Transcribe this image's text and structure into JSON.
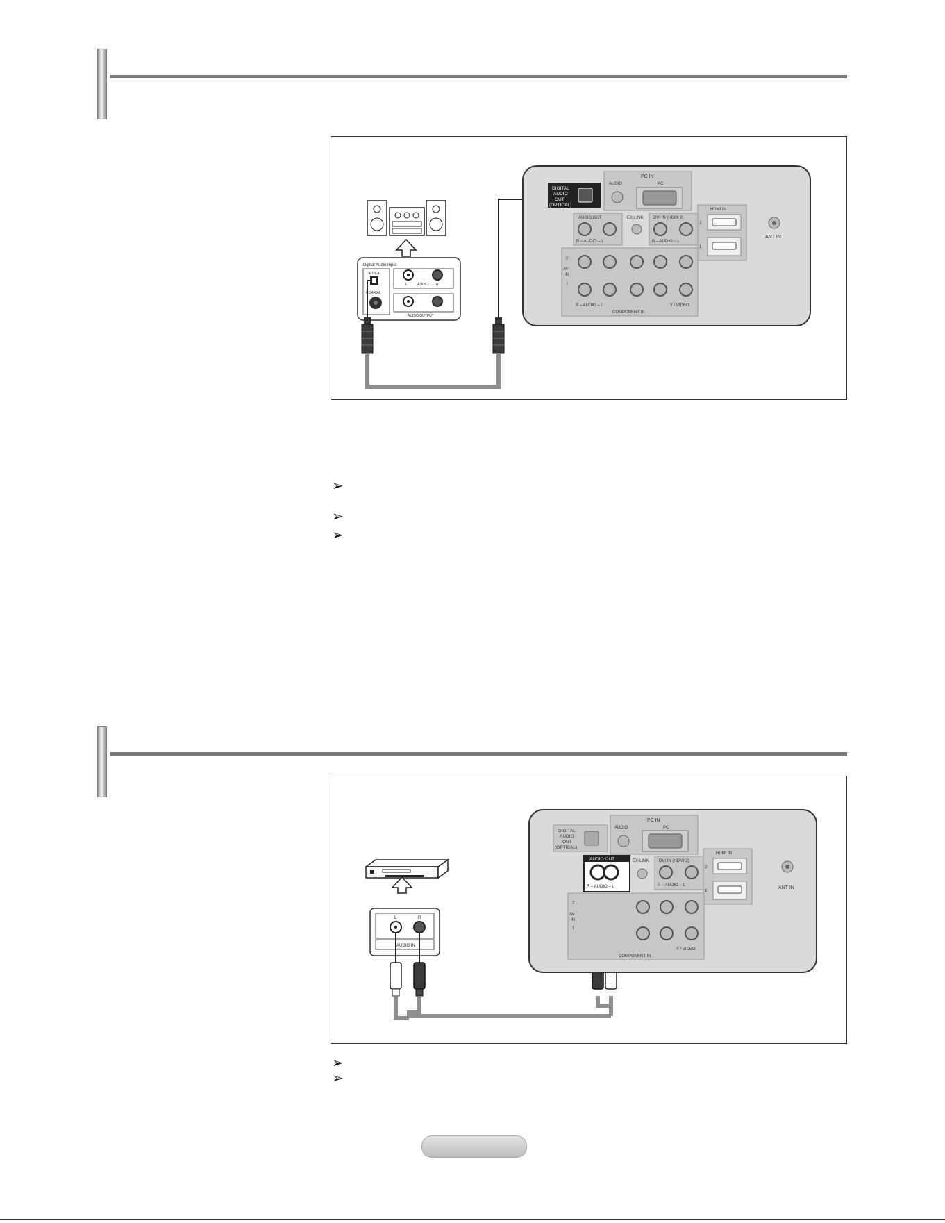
{
  "panel_labels": {
    "pc_in": "PC IN",
    "audio": "AUDIO",
    "pc": "PC",
    "digital_audio_out": [
      "DIGITAL",
      "AUDIO",
      "OUT",
      "(OPTICAL)"
    ],
    "audio_out": "AUDIO OUT",
    "ex_link": "EX-LINK",
    "dvi_in": "DVI IN (HDMI 2)",
    "hdmi_in": "HDMI IN",
    "ant_in": "ANT IN",
    "audio_lr": "R – AUDIO – L",
    "av_in": [
      "AV",
      "IN",
      "1"
    ],
    "component_in": "COMPONENT IN",
    "video": "Y / VIDEO",
    "num_1": "1",
    "num_2": "2"
  },
  "receiver_labels": {
    "digital_audio_input": "Digital Audio Input",
    "optical": "OPTICAL",
    "coaxial": "COAXIAL",
    "l": "L",
    "r": "R",
    "audio": "AUDIO",
    "audio_output": "AUDIO OUTPUT"
  },
  "amp_labels": {
    "l": "L",
    "r": "R",
    "audio_in": "AUDIO IN"
  },
  "colors": {
    "rule": "#7b7b7b",
    "panel_bg": "#d9d9d9",
    "cable": "#8f8f8f",
    "label_dark": "#2a2a2a"
  }
}
